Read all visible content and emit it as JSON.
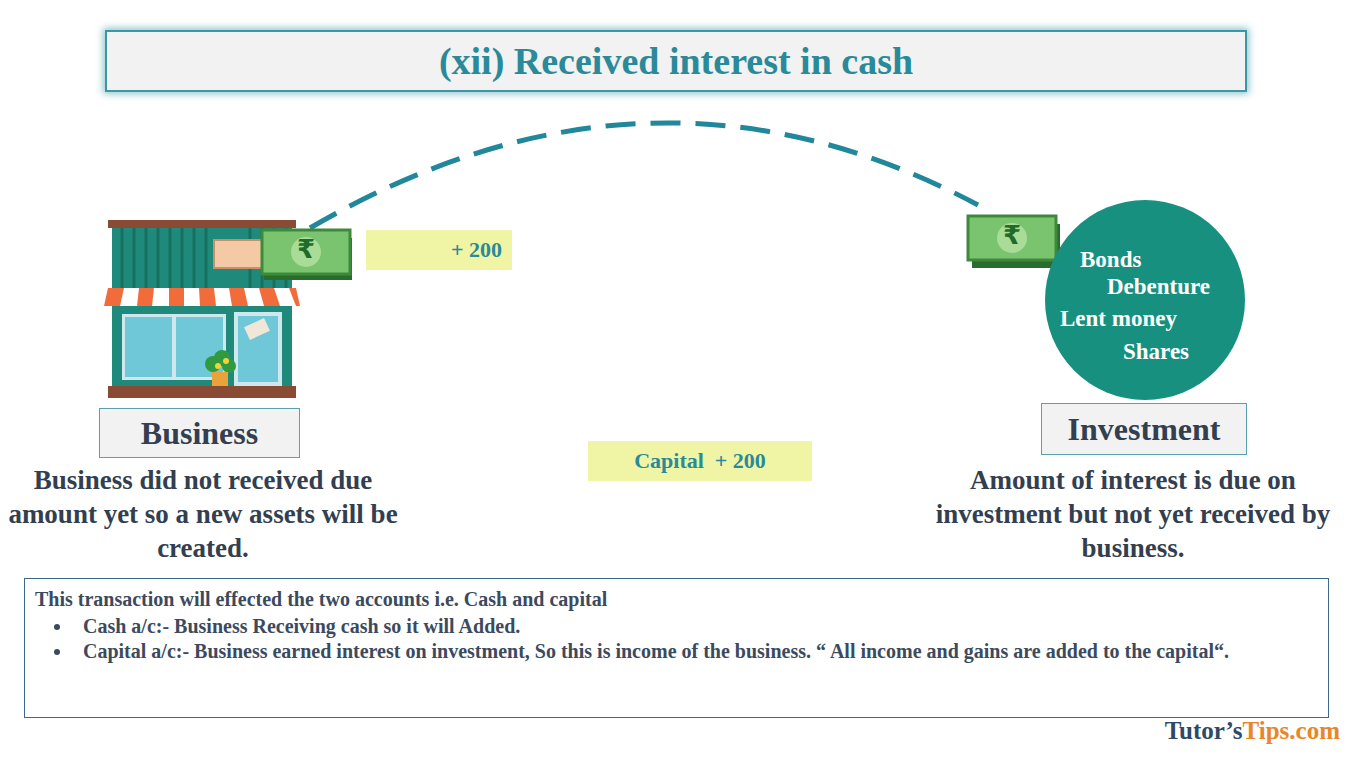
{
  "diagram": {
    "title": "(xii) Received interest in cash",
    "nodes": [
      {
        "text": [
          "+ 200"
        ]
      },
      {
        "text": [
          "Bonds",
          "Debenture",
          "Lent money",
          "Shares"
        ]
      },
      {
        "text": [
          "Business"
        ]
      },
      {
        "text": [
          "Investment"
        ]
      },
      {
        "text": [
          "Capital  + 200"
        ]
      },
      {
        "text": [
          "This transaction will effected the two accounts i.e. Cash and capital",
          "Cash a/c:- Business Receiving cash so it will Added.",
          "Capital a/c:- Business earned interest on investment, So this is income of the business. “ All income and gains are added to the capital“."
        ]
      }
    ],
    "labels": [
      "₹",
      "₹",
      "Business did not received due amount yet so a new assets will be created.",
      "Amount of interest is due on investment but not yet received  by business.",
      "Tutor’s",
      "Tips.com"
    ]
  }
}
